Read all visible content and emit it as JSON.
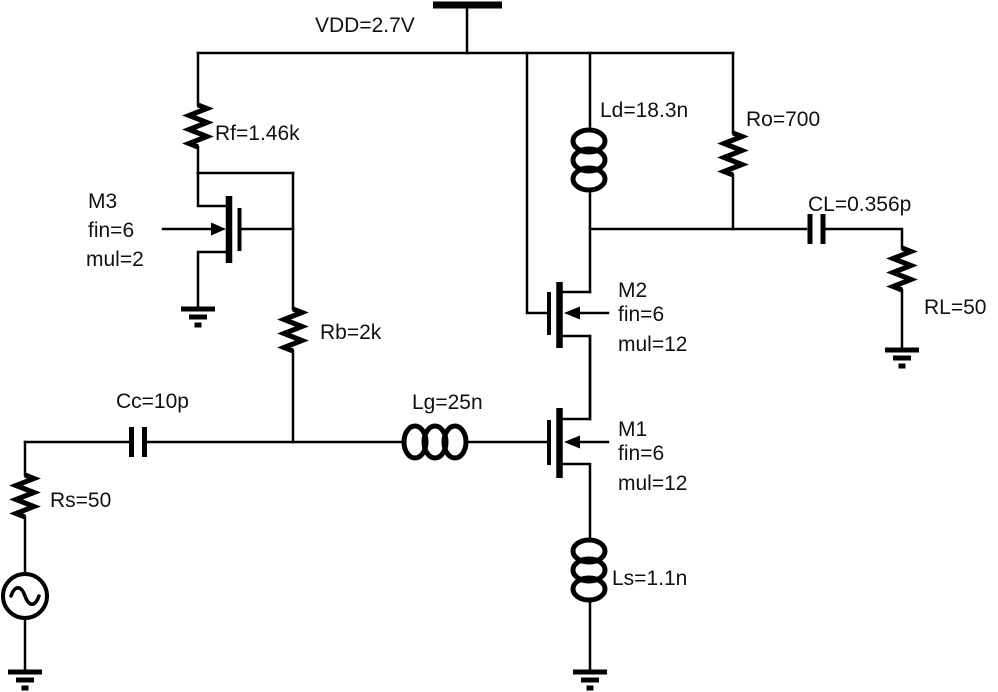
{
  "components": {
    "vdd": {
      "label": "VDD=2.7V"
    },
    "rf": {
      "label": "Rf=1.46k"
    },
    "rb": {
      "label": "Rb=2k"
    },
    "rs": {
      "label": "Rs=50"
    },
    "ro": {
      "label": "Ro=700"
    },
    "rl": {
      "label": "RL=50"
    },
    "cc": {
      "label": "Cc=10p"
    },
    "cl": {
      "label": "CL=0.356p"
    },
    "lg": {
      "label": "Lg=25n"
    },
    "ld": {
      "label": "Ld=18.3n"
    },
    "ls": {
      "label": "Ls=1.1n"
    },
    "m1": {
      "name": "M1",
      "fin": "fin=6",
      "mul": "mul=12"
    },
    "m2": {
      "name": "M2",
      "fin": "fin=6",
      "mul": "mul=12"
    },
    "m3": {
      "name": "M3",
      "fin": "fin=6",
      "mul": "mul=2"
    }
  },
  "colors": {
    "wire": "#000000",
    "background": "#ffffff",
    "text": "#111111"
  }
}
